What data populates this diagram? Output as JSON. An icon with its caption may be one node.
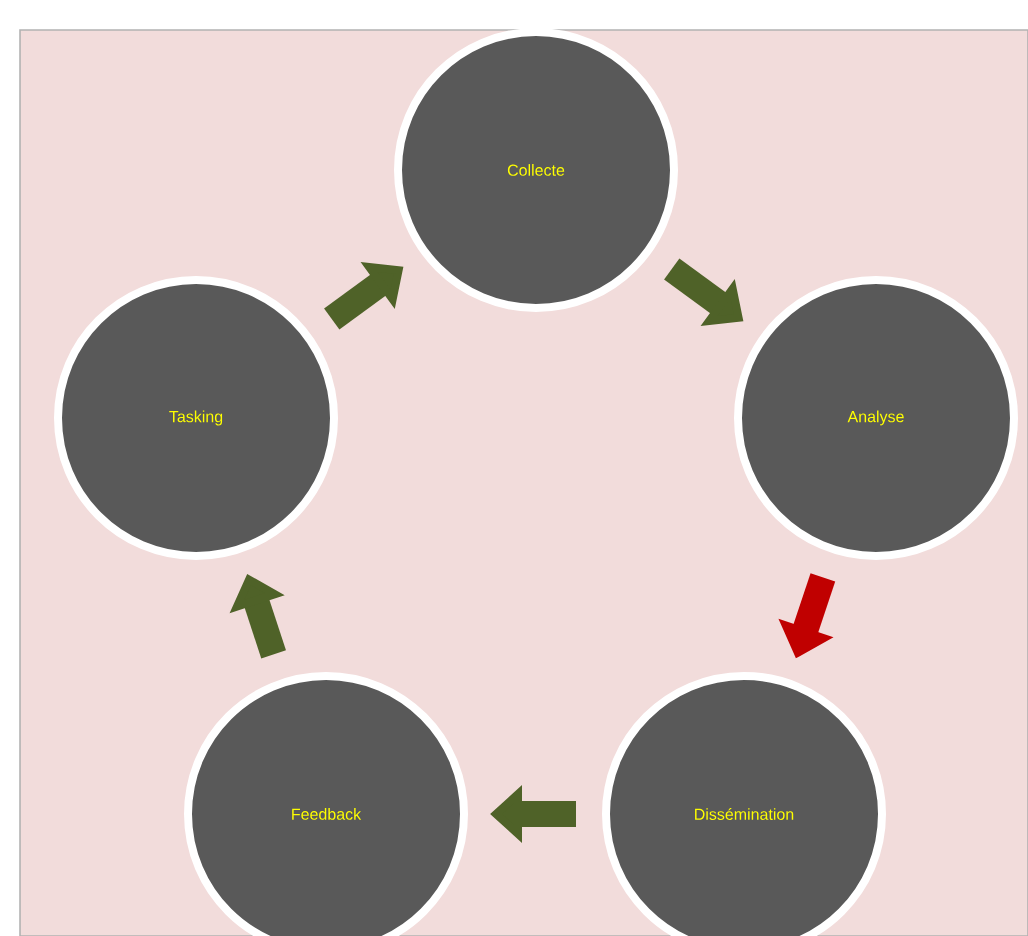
{
  "diagram": {
    "nodes": [
      {
        "text": [
          "Collecte"
        ]
      },
      {
        "text": [
          "Analyse"
        ]
      },
      {
        "text": [
          "Dissémination"
        ]
      },
      {
        "text": [
          "Feedback"
        ]
      },
      {
        "text": [
          "Tasking"
        ]
      }
    ],
    "edges": [
      {
        "from": 4,
        "to": 0,
        "arrow": "to"
      },
      {
        "from": 0,
        "to": 1,
        "arrow": "to"
      },
      {
        "from": 1,
        "to": 2,
        "arrow": "to",
        "color": "#c00000"
      },
      {
        "from": 2,
        "to": 3,
        "arrow": "to"
      },
      {
        "from": 3,
        "to": 4,
        "arrow": "to"
      }
    ]
  }
}
